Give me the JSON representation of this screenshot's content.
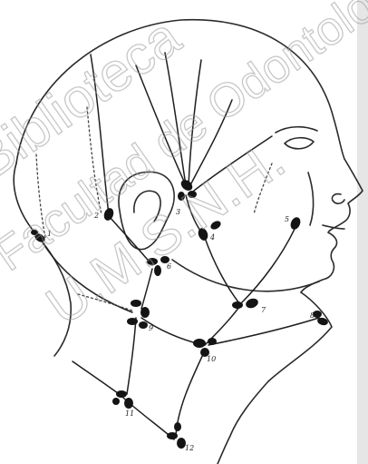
{
  "watermark": {
    "line1": "Biblioteca",
    "line2": "Facultad de Odontología",
    "line3": "U.M.S.N.H.",
    "color": "#9a9a9a"
  },
  "node_labels": [
    "1",
    "2",
    "3",
    "4",
    "5",
    "6",
    "7",
    "8",
    "9",
    "10",
    "11",
    "12"
  ],
  "ink_color": "#141414"
}
